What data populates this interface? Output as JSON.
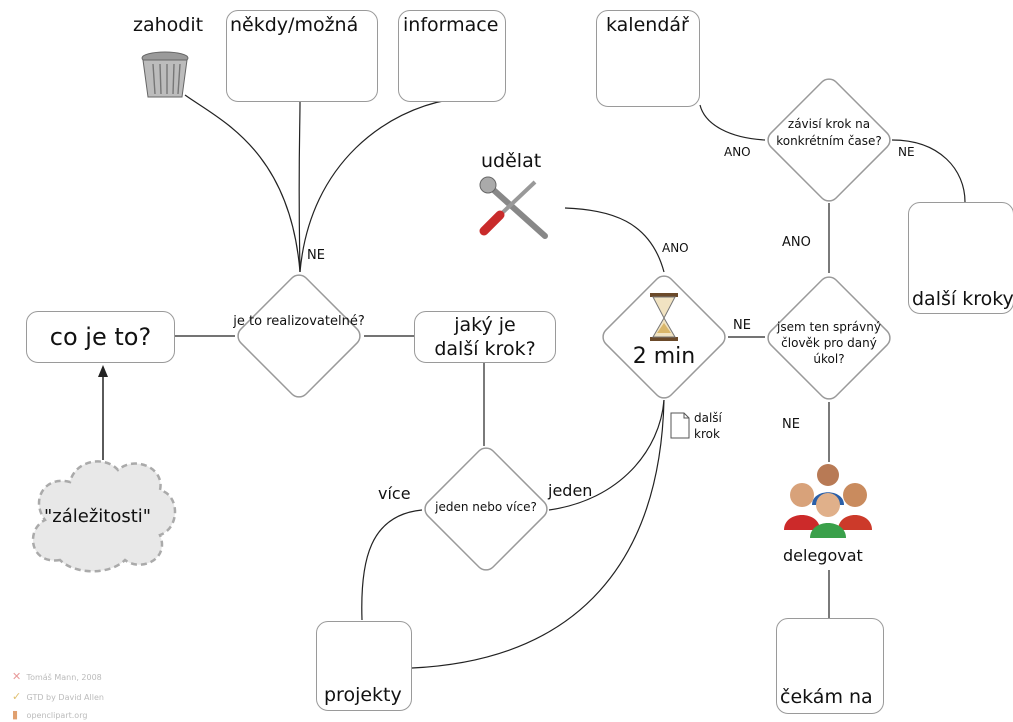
{
  "nodes": {
    "co_je_to": "co je to?",
    "zalezitosti": "\"záležitosti\"",
    "realizovatelne": "je to realizovatelné?",
    "jaky_je_1": "jaký je",
    "jaky_je_2": "další krok?",
    "jeden_nebo_vice": "jeden nebo více?",
    "dva_min": "2 min",
    "spravny_1": "jsem ten správný",
    "spravny_2": "člověk pro daný",
    "spravny_3": "úkol?",
    "zavisi_1": "závisí krok na",
    "zavisi_2": "konkrétním čase?"
  },
  "outcomes": {
    "zahodit": "zahodit",
    "nekdy": "někdy/možná",
    "informace": "informace",
    "kalendar": "kalendář",
    "udelat": "udělat",
    "dalsi_kroky": "další kroky",
    "delegovat": "delegovat",
    "cekam_na": "čekám na",
    "projekty": "projekty"
  },
  "edge_labels": {
    "ne_top": "NE",
    "ano_udelat": "ANO",
    "ne_2min": "NE",
    "ano_mid": "ANO",
    "ano_kal": "ANO",
    "ne_kal": "NE",
    "ne_deleg": "NE",
    "vice": "více",
    "jeden": "jeden",
    "dalsi_krok_1": "další",
    "dalsi_krok_2": "krok"
  },
  "credits": [
    "Tomáš Mann, 2008",
    "GTD by David Allen",
    "openclipart.org"
  ],
  "colors": {
    "border": "#9a9a9a",
    "folder": "#f6d58e",
    "line": "#222222"
  }
}
